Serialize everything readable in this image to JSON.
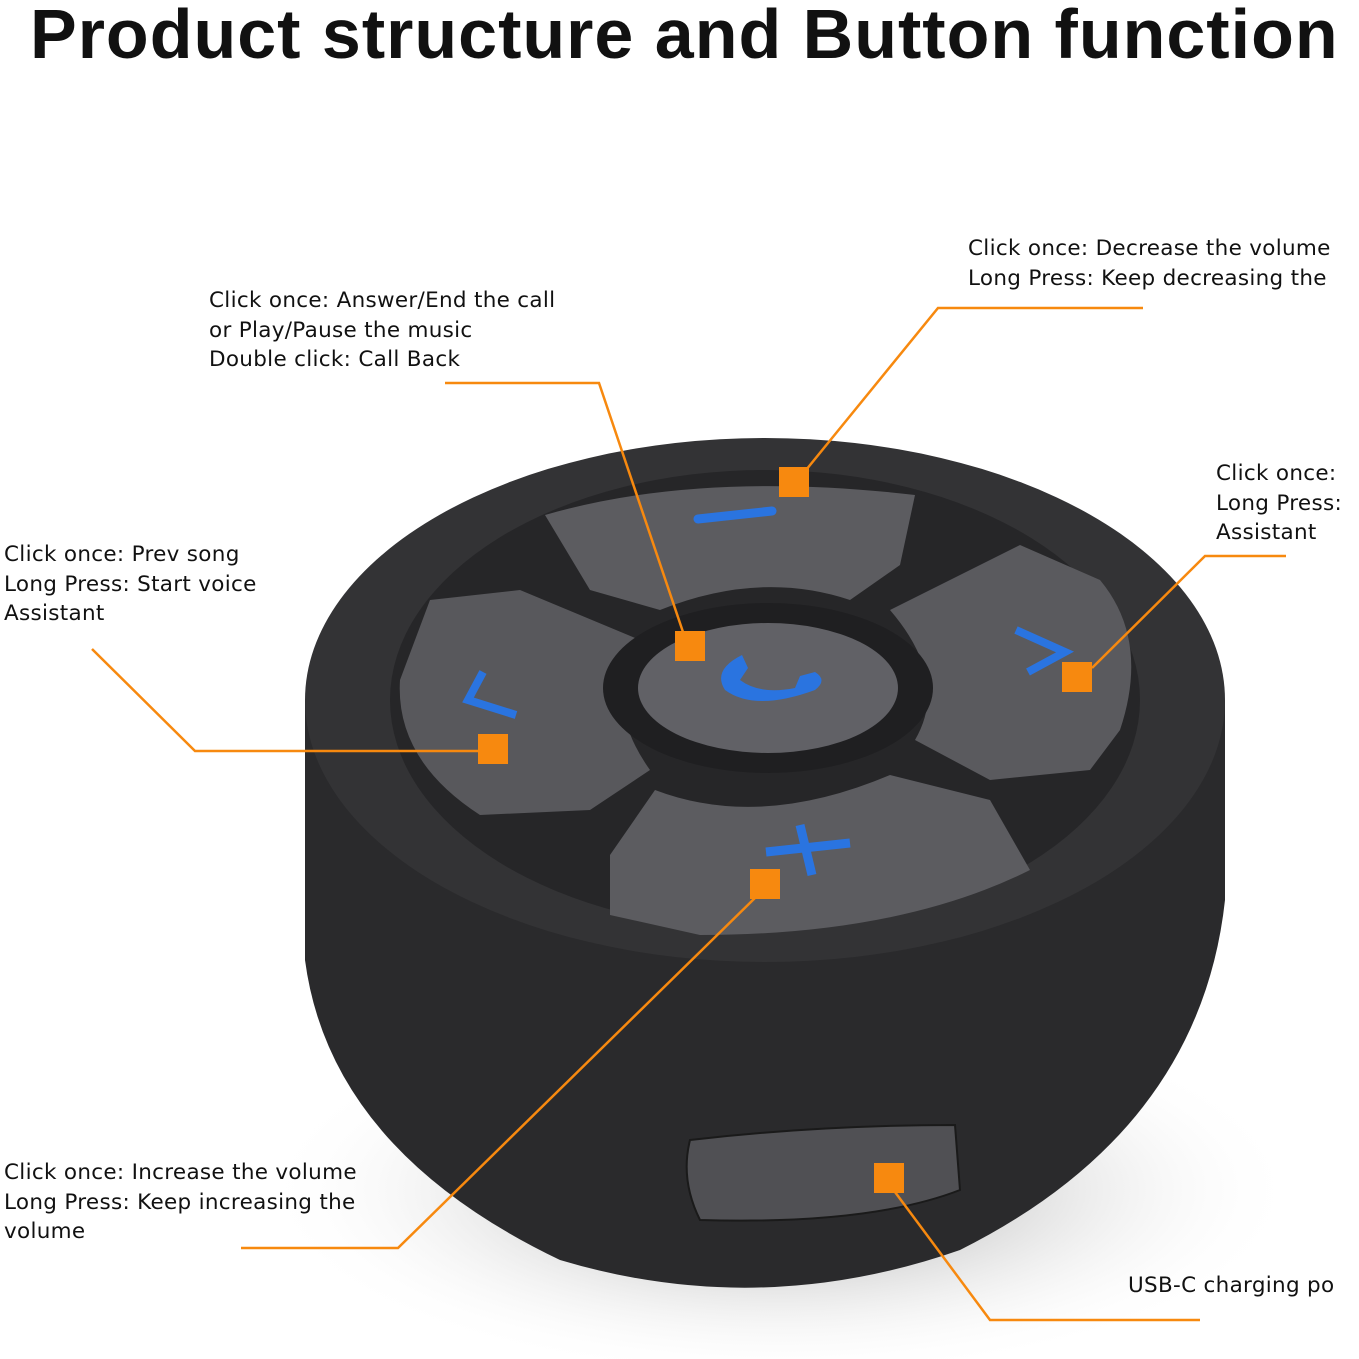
{
  "title": "Product structure and Button function",
  "colors": {
    "accent": "#f7890f",
    "icon_blue": "#2a74e0",
    "body": "#2b2b2d",
    "button": "#5a5a5e"
  },
  "labels": {
    "call": [
      "Click once: Answer/End the call",
      "or Play/Pause the music",
      "Double click: Call Back"
    ],
    "minus": [
      "Click once: Decrease the volume",
      "Long Press: Keep decreasing the"
    ],
    "next": [
      "Click once:",
      "Long Press:",
      "Assistant"
    ],
    "prev": [
      "Click once: Prev song",
      "Long Press: Start voice",
      "Assistant"
    ],
    "plus": [
      "Click once: Increase the volume",
      "Long Press: Keep increasing the",
      "volume"
    ],
    "usb": [
      "USB-C charging po"
    ]
  },
  "icons": [
    "minus-icon",
    "phone-icon",
    "chevron-right-icon",
    "chevron-left-icon",
    "plus-icon"
  ]
}
